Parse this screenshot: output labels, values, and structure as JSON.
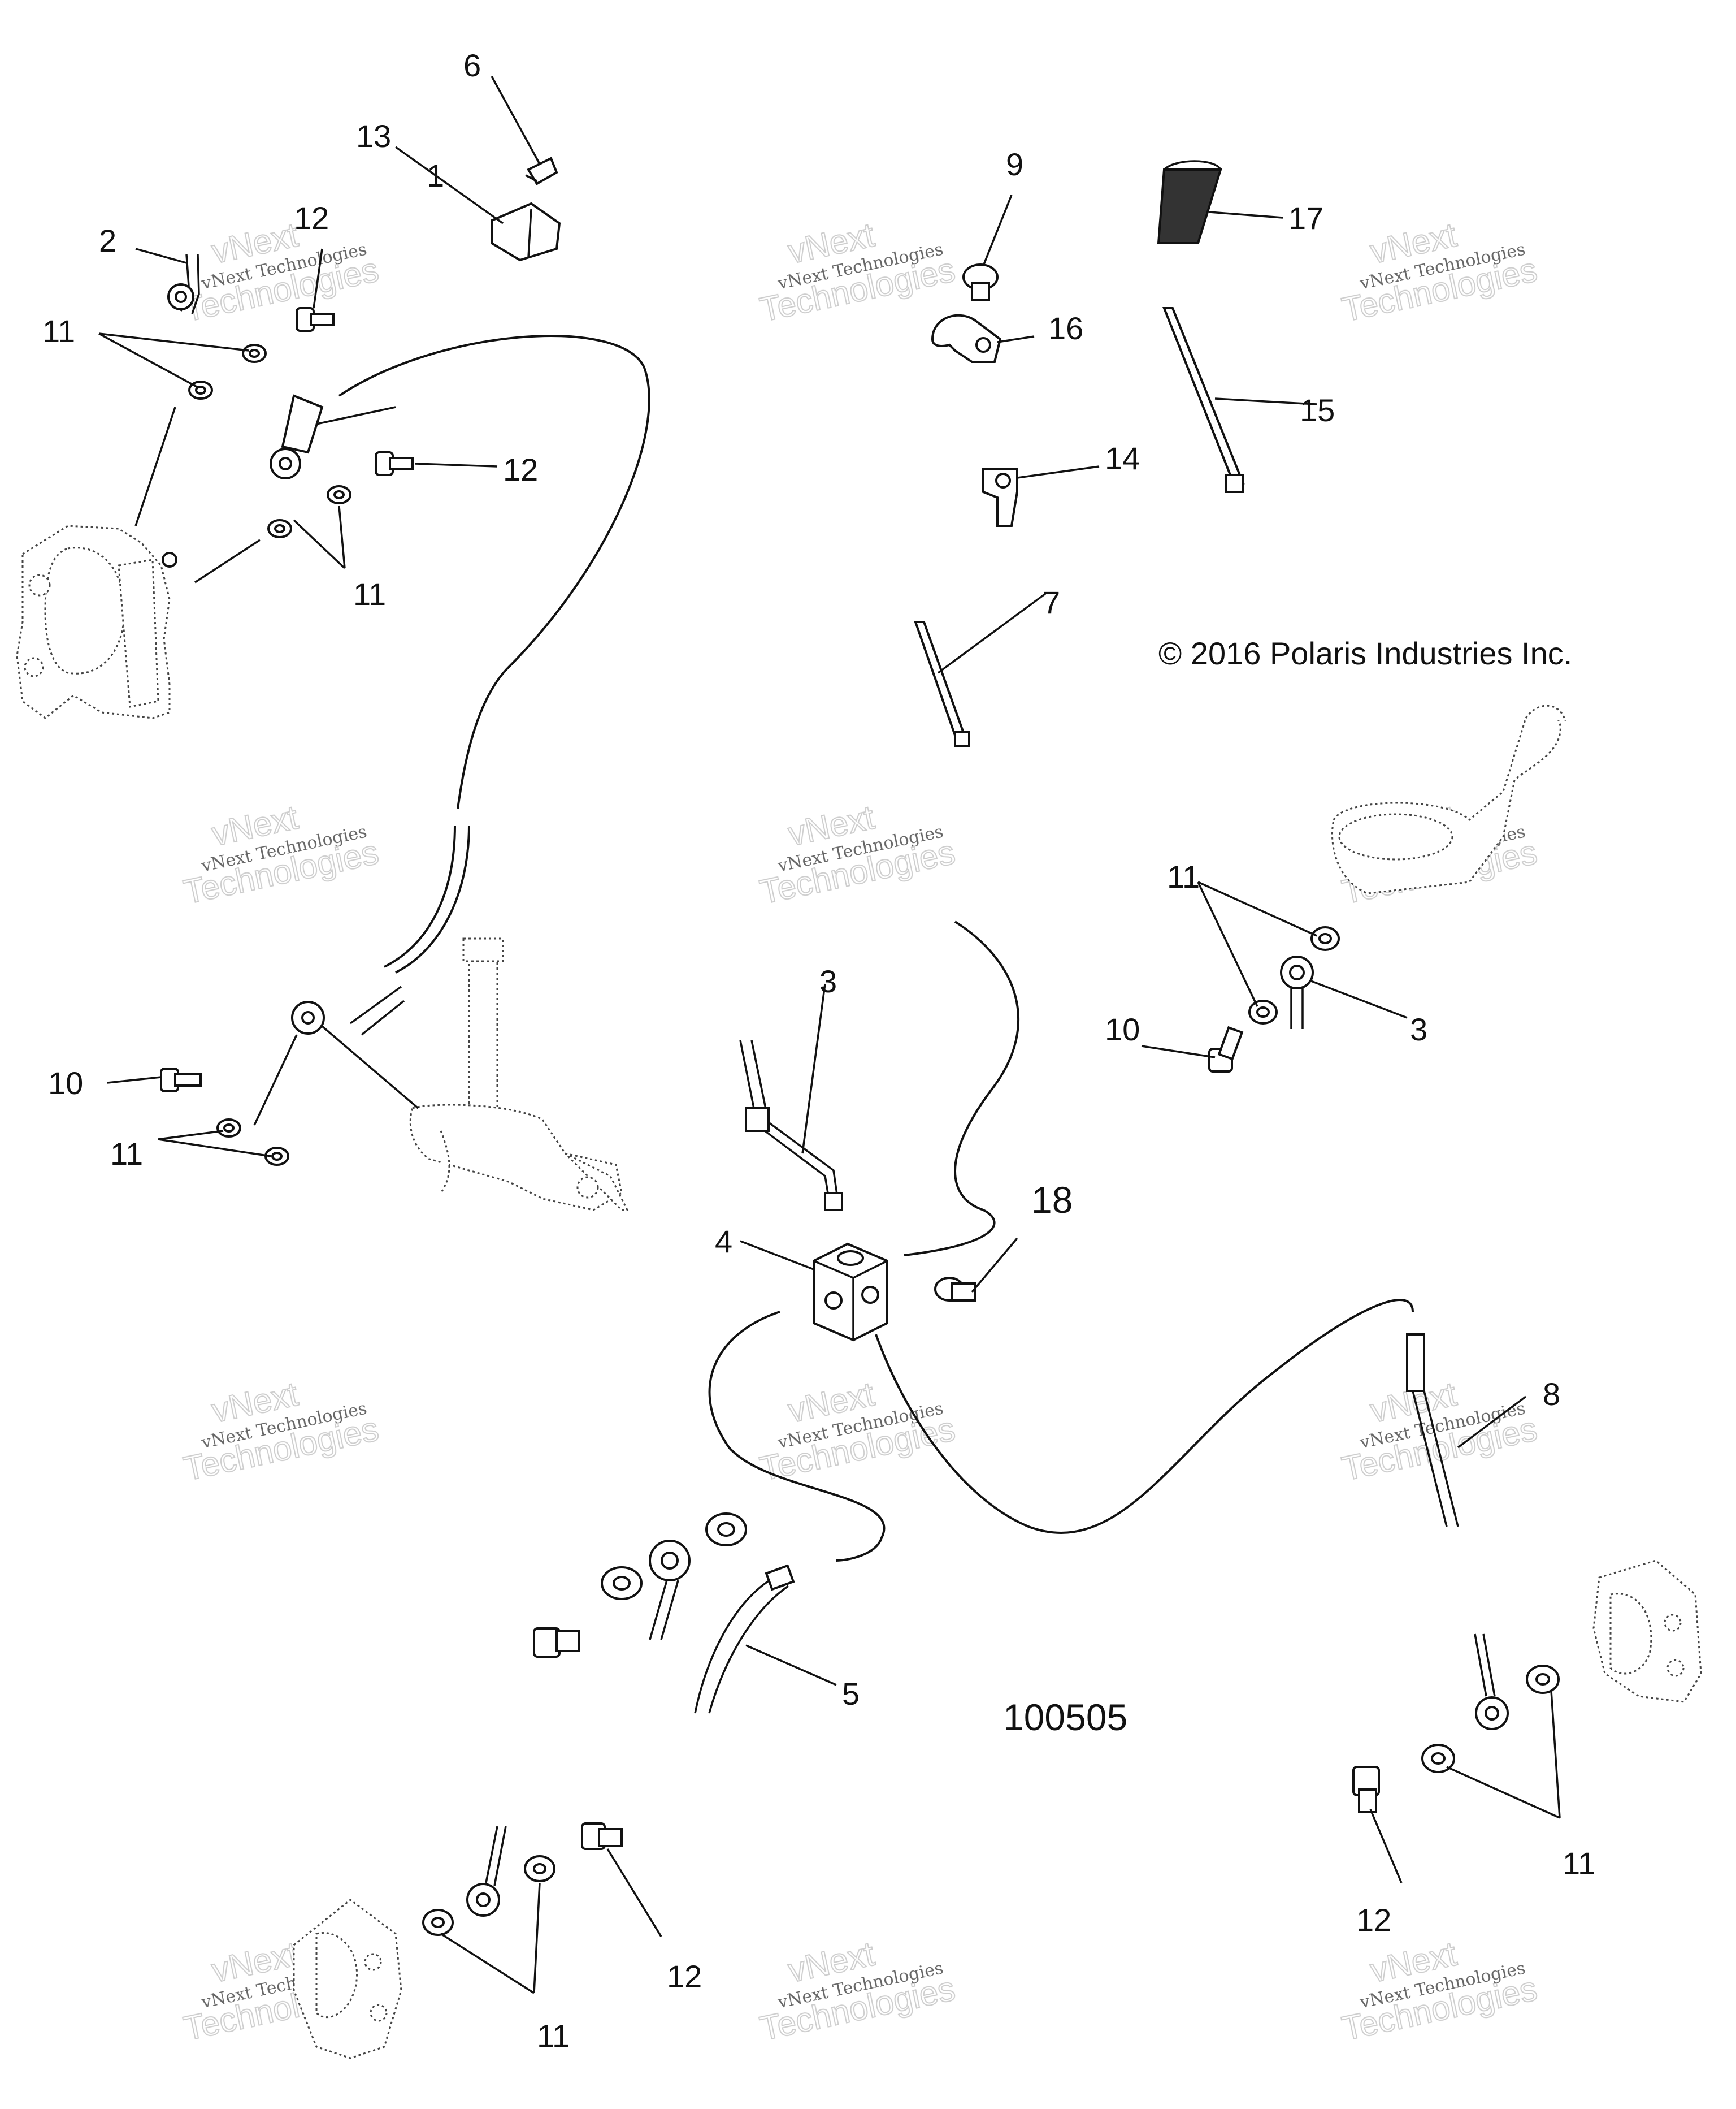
{
  "callouts": {
    "c1": "1",
    "c2": "2",
    "c3a": "3",
    "c3b": "3",
    "c4": "4",
    "c5": "5",
    "c6": "6",
    "c7": "7",
    "c8": "8",
    "c9": "9",
    "c10a": "10",
    "c10b": "10",
    "c11a": "11",
    "c11b": "11",
    "c11c": "11",
    "c11d": "11",
    "c11e": "11",
    "c11f": "11",
    "c12a": "12",
    "c12b": "12",
    "c12c": "12",
    "c12d": "12",
    "c13": "13",
    "c14": "14",
    "c15": "15",
    "c16": "16",
    "c17": "17",
    "c18": "18"
  },
  "copyright": "© 2016 Polaris Industries Inc.",
  "drawing_number": "100505",
  "watermark": {
    "top": "vNext",
    "small": "vNext Technologies",
    "big": "Technologies"
  }
}
